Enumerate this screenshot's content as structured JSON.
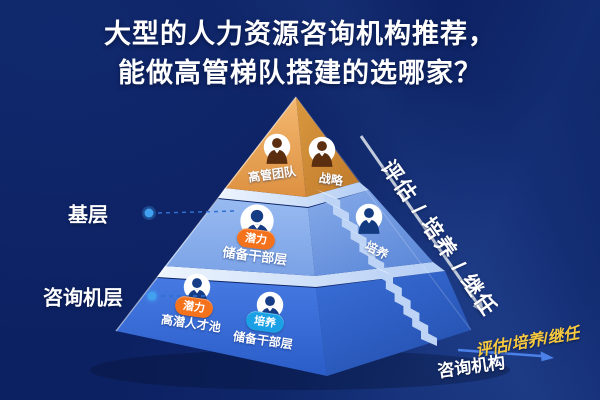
{
  "title": {
    "line1": "大型的人力资源咨询机构推荐，",
    "line2": "能做高管梯队搭建的选哪家？"
  },
  "left_labels": {
    "tier1": "基层",
    "tier2": "咨询机层"
  },
  "pyramid": {
    "top_level": {
      "member1": "高管团队",
      "member2": "战略"
    },
    "middle_level": {
      "badge": "潜力",
      "label": "储备干部层",
      "side_badge_label": "培养"
    },
    "bottom_level": {
      "item1": {
        "badge": "潜力",
        "label": "高潜人才池"
      },
      "item2": {
        "badge": "培养",
        "label": "储备干部层"
      }
    }
  },
  "process_arrow": {
    "label": "评估 / 培养 / 继任"
  },
  "footer": {
    "gold_label": "评估/培养/继任",
    "org_label": "咨询机构"
  },
  "colors": {
    "background": "#0c2162",
    "top_level_orange": "#e8a45a",
    "middle_level_blue": "#85aae9",
    "bottom_level_blue": "#3a6fd8",
    "badge_orange": "#f5721d",
    "badge_blue": "#1ba0e5",
    "gold_text": "#f7c93e",
    "arrow_silver": "#c2cbdb"
  }
}
